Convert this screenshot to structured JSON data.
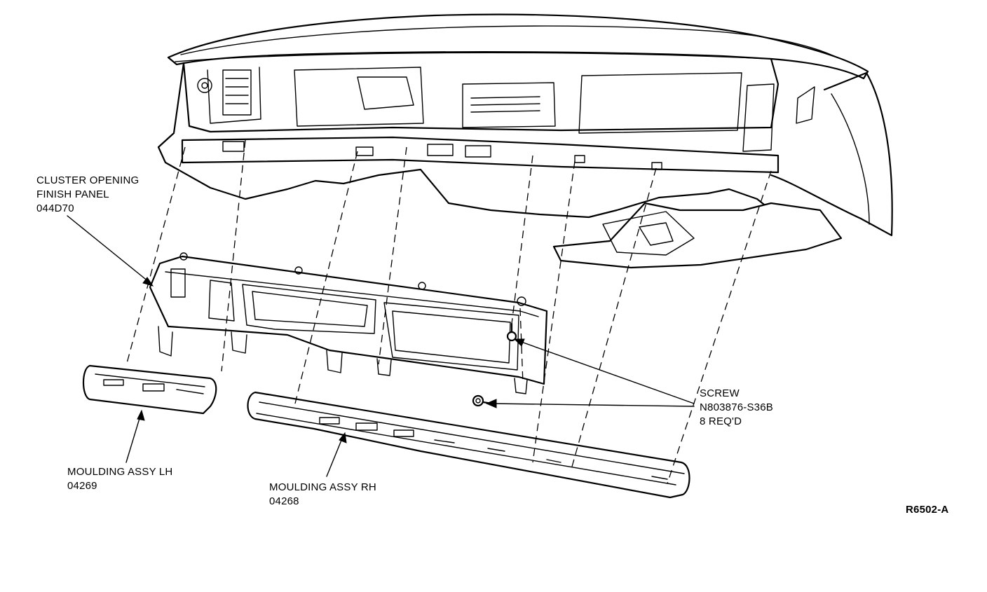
{
  "callouts": {
    "cluster_panel": {
      "line1": "CLUSTER OPENING",
      "line2": "FINISH PANEL",
      "part_no": "044D70"
    },
    "screw": {
      "line1": "SCREW",
      "part_no": "N803876-S36B",
      "qty": "8 REQ'D"
    },
    "moulding_lh": {
      "line1": "MOULDING ASSY LH",
      "part_no": "04269"
    },
    "moulding_rh": {
      "line1": "MOULDING ASSY RH",
      "part_no": "04268"
    }
  },
  "figure_id": "R6502-A"
}
